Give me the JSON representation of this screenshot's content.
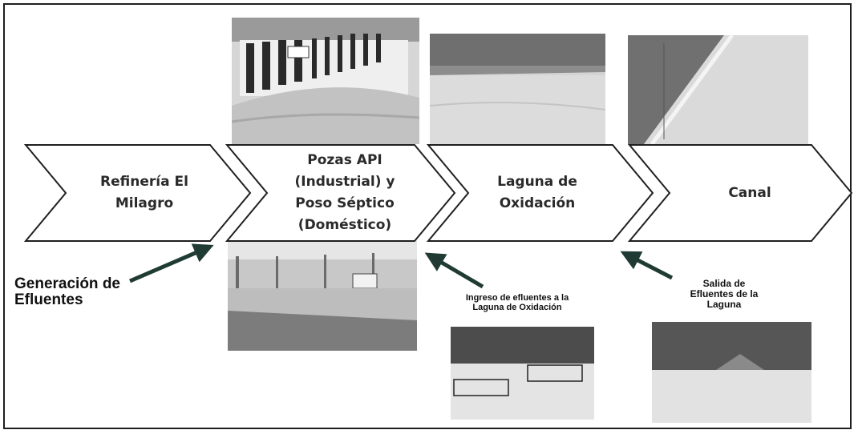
{
  "process_steps": [
    {
      "label": "Refinería El Milagro"
    },
    {
      "label": "Pozas API (Industrial) y Poso Séptico (Doméstico)"
    },
    {
      "label": "Laguna de Oxidación"
    },
    {
      "label": "Canal"
    }
  ],
  "callouts": {
    "generation": "Generación de Efluentes",
    "ingreso": "Ingreso de efluentes a la Laguna de Oxidación",
    "salida": "Salida de Efluentes de la Laguna"
  },
  "colors": {
    "chevron_fill": "#ffffff",
    "chevron_stroke": "#1f1f1f",
    "arrow": "#1f3b33",
    "text": "#2a2a2a"
  }
}
